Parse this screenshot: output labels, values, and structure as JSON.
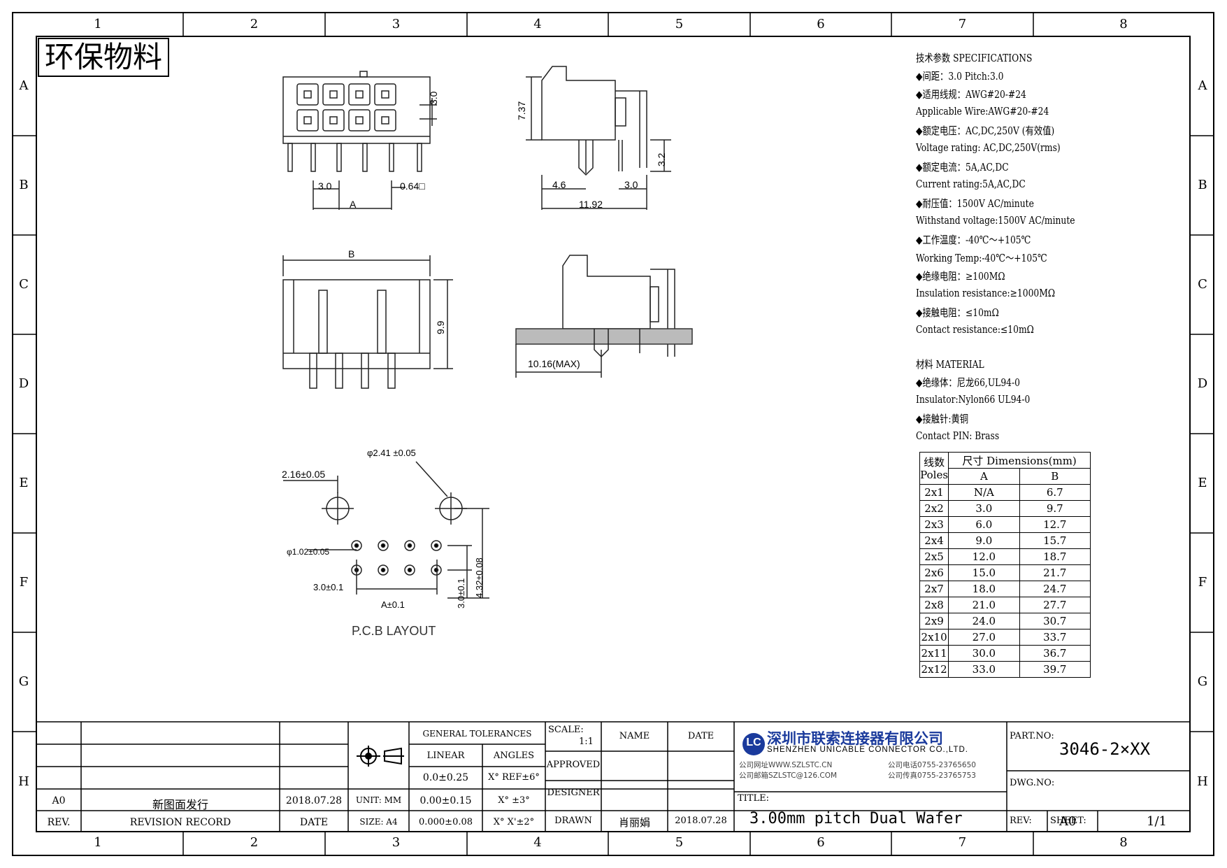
{
  "stamp": "环保物料",
  "grid": {
    "cols": [
      "1",
      "2",
      "3",
      "4",
      "5",
      "6",
      "7",
      "8"
    ],
    "rows": [
      "A",
      "B",
      "C",
      "D",
      "E",
      "F",
      "G",
      "H"
    ]
  },
  "drawing": {
    "dim_pitch_v": "3.0",
    "dim_pitch_h": "3.0",
    "dim_pin": "0.64□",
    "dim_a": "A",
    "dim_737": "7.37",
    "dim_32": "3.2",
    "dim_46": "4.6",
    "dim_30b": "3.0",
    "dim_1192": "11.92",
    "dim_b": "B",
    "dim_99": "9.9",
    "dim_1016": "10.16(MAX)",
    "pcb_241": "φ2.41 ±0.05",
    "pcb_216": "2.16±0.05",
    "pcb_102": "φ1.02±0.05",
    "pcb_30": "3.0±0.1",
    "pcb_a": "A±0.1",
    "pcb_30v": "3.0±0.1",
    "pcb_432": "4.32±0.08",
    "pcb_title": "P.C.B LAYOUT"
  },
  "specs": {
    "heading": "技术参数  SPECIFICATIONS",
    "lines": [
      "◆间距：3.0      Pitch:3.0",
      "◆适用线规：AWG#20-#24",
      "  Applicable Wire:AWG#20-#24",
      "◆额定电压：AC,DC,250V (有效值)",
      "  Voltage rating: AC,DC,250V(rms)",
      "◆额定电流：5A,AC,DC",
      "  Current rating:5A,AC,DC",
      "◆耐压值：1500V AC/minute",
      "  Withstand voltage:1500V AC/minute",
      "◆工作温度：-40℃～+105℃",
      "  Working Temp:-40℃～+105℃",
      "◆绝缘电阻：≥100MΩ",
      "  Insulation resistance:≥1000MΩ",
      "◆接触电阻：≤10mΩ",
      "  Contact resistance:≤10mΩ"
    ],
    "material_heading": "材料  MATERIAL",
    "material_lines": [
      "◆绝缘体：尼龙66,UL94-0",
      "   Insulator:Nylon66 UL94-0",
      "◆接触针:黄铜",
      "  Contact PIN:  Brass"
    ]
  },
  "dim_table": {
    "h_poles_cn": "线数",
    "h_poles_en": "Poles",
    "h_dims": "尺寸 Dimensions(mm)",
    "h_a": "A",
    "h_b": "B",
    "rows": [
      [
        "2x1",
        "N/A",
        "6.7"
      ],
      [
        "2x2",
        "3.0",
        "9.7"
      ],
      [
        "2x3",
        "6.0",
        "12.7"
      ],
      [
        "2x4",
        "9.0",
        "15.7"
      ],
      [
        "2x5",
        "12.0",
        "18.7"
      ],
      [
        "2x6",
        "15.0",
        "21.7"
      ],
      [
        "2x7",
        "18.0",
        "24.7"
      ],
      [
        "2x8",
        "21.0",
        "27.7"
      ],
      [
        "2x9",
        "24.0",
        "30.7"
      ],
      [
        "2x10",
        "27.0",
        "33.7"
      ],
      [
        "2x11",
        "30.0",
        "36.7"
      ],
      [
        "2x12",
        "33.0",
        "39.7"
      ]
    ]
  },
  "title_block": {
    "rev_val": "A0",
    "rev_record_val": "新图面发行",
    "date_val": "2018.07.28",
    "rev_label": "REV.",
    "rev_record_label": "REVISION RECORD",
    "date_label": "DATE",
    "unit": "UNIT: MM",
    "size": "SIZE: A4",
    "gen_tol": "GENERAL  TOLERANCES",
    "linear": "LINEAR",
    "angles": "ANGLES",
    "lin1": "0.0±0.25",
    "lin2": "0.00±0.15",
    "lin3": "0.000±0.08",
    "ang1": "X° REF±6°",
    "ang2": "X° ±3°",
    "ang3": "X° X'±2°",
    "scale_label": "SCALE:",
    "scale_val": "1:1",
    "name_label": "NAME",
    "date_col": "DATE",
    "approved": "APPROVED",
    "designer": "DESIGNER",
    "drawn": "DRAWN",
    "drawn_name": "肖丽娟",
    "drawn_date": "2018.07.28",
    "company_cn": "深圳市联索连接器有限公司",
    "company_en": "SHENZHEN UNICABLE CONNECTOR CO.,LTD.",
    "web": "公司网址WWW.SZLSTC.CN",
    "tel": "公司电话0755-23765650",
    "mail": "公司邮箱SZLSTC@126.COM",
    "fax": "公司传真0755-23765753",
    "logo_text": "LC",
    "title_label": "TITLE:",
    "title_val": "3.00mm pitch Dual Wafer",
    "part_label": "PART.NO:",
    "part_val": "3046-2×XX",
    "dwg_label": "DWG.NO:",
    "rev2_label": "REV:",
    "rev2_val": "A0",
    "sheet_label": "SHEET:",
    "sheet_val": "1/1"
  }
}
